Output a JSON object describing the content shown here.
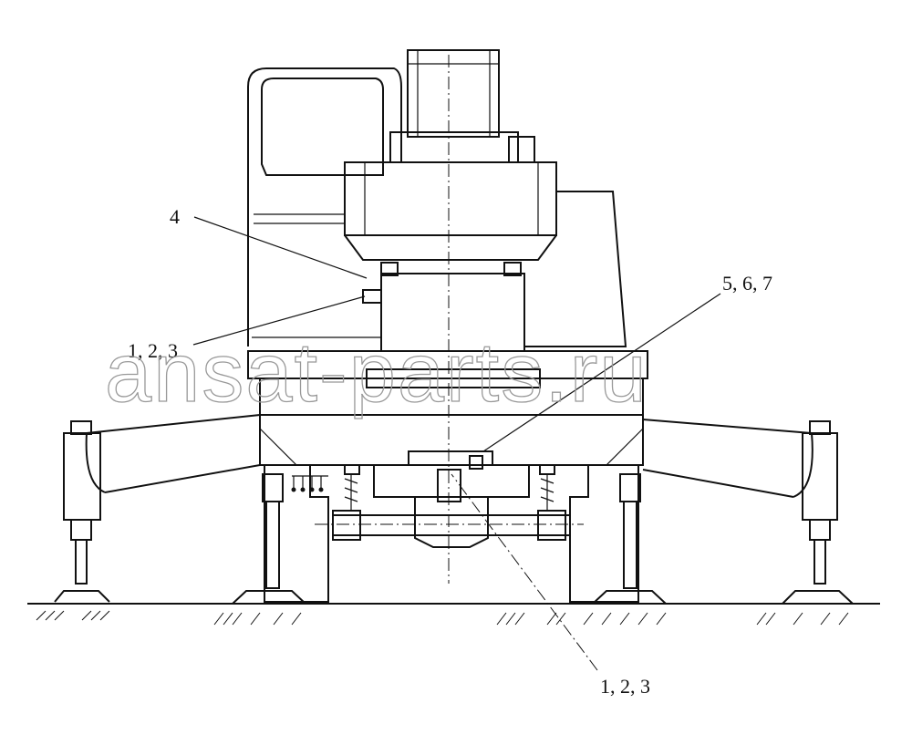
{
  "diagram": {
    "callouts": [
      {
        "id": "callout-4",
        "text": "4"
      },
      {
        "id": "callout-1-2-3-left",
        "text": "1, 2, 3"
      },
      {
        "id": "callout-5-6-7",
        "text": "5, 6, 7"
      },
      {
        "id": "callout-1-2-3-bottom",
        "text": "1, 2, 3"
      }
    ],
    "watermark": "ansat-parts.ru"
  }
}
